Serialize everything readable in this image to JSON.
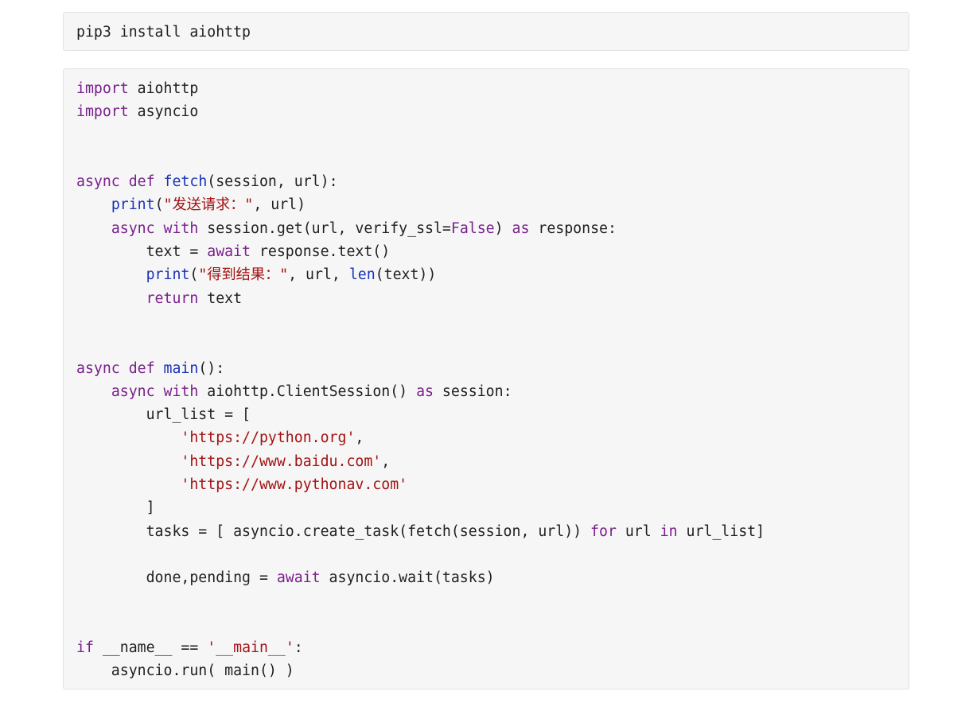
{
  "install": {
    "lines": [
      [
        {
          "t": "pip3 install aiohttp",
          "c": ""
        }
      ]
    ]
  },
  "main": {
    "lines": [
      [
        {
          "t": "import",
          "c": "kw"
        },
        {
          "t": " aiohttp",
          "c": ""
        }
      ],
      [
        {
          "t": "import",
          "c": "kw"
        },
        {
          "t": " asyncio",
          "c": ""
        }
      ],
      [],
      [],
      [
        {
          "t": "async",
          "c": "kw"
        },
        {
          "t": " ",
          "c": ""
        },
        {
          "t": "def",
          "c": "kw"
        },
        {
          "t": " ",
          "c": ""
        },
        {
          "t": "fetch",
          "c": "fn"
        },
        {
          "t": "(session, url):",
          "c": ""
        }
      ],
      [
        {
          "t": "    ",
          "c": ""
        },
        {
          "t": "print",
          "c": "fn"
        },
        {
          "t": "(",
          "c": ""
        },
        {
          "t": "\"发送请求：\"",
          "c": "st"
        },
        {
          "t": ", url)",
          "c": ""
        }
      ],
      [
        {
          "t": "    ",
          "c": ""
        },
        {
          "t": "async",
          "c": "kw"
        },
        {
          "t": " ",
          "c": ""
        },
        {
          "t": "with",
          "c": "kw"
        },
        {
          "t": " session.get(url, verify_ssl=",
          "c": ""
        },
        {
          "t": "False",
          "c": "kw"
        },
        {
          "t": ") ",
          "c": ""
        },
        {
          "t": "as",
          "c": "kw"
        },
        {
          "t": " response:",
          "c": ""
        }
      ],
      [
        {
          "t": "        text = ",
          "c": ""
        },
        {
          "t": "await",
          "c": "kw"
        },
        {
          "t": " response.text()",
          "c": ""
        }
      ],
      [
        {
          "t": "        ",
          "c": ""
        },
        {
          "t": "print",
          "c": "fn"
        },
        {
          "t": "(",
          "c": ""
        },
        {
          "t": "\"得到结果：\"",
          "c": "st"
        },
        {
          "t": ", url, ",
          "c": ""
        },
        {
          "t": "len",
          "c": "fn"
        },
        {
          "t": "(text))",
          "c": ""
        }
      ],
      [
        {
          "t": "        ",
          "c": ""
        },
        {
          "t": "return",
          "c": "kw"
        },
        {
          "t": " text",
          "c": ""
        }
      ],
      [],
      [],
      [
        {
          "t": "async",
          "c": "kw"
        },
        {
          "t": " ",
          "c": ""
        },
        {
          "t": "def",
          "c": "kw"
        },
        {
          "t": " ",
          "c": ""
        },
        {
          "t": "main",
          "c": "fn"
        },
        {
          "t": "():",
          "c": ""
        }
      ],
      [
        {
          "t": "    ",
          "c": ""
        },
        {
          "t": "async",
          "c": "kw"
        },
        {
          "t": " ",
          "c": ""
        },
        {
          "t": "with",
          "c": "kw"
        },
        {
          "t": " aiohttp.ClientSession() ",
          "c": ""
        },
        {
          "t": "as",
          "c": "kw"
        },
        {
          "t": " session:",
          "c": ""
        }
      ],
      [
        {
          "t": "        url_list = [",
          "c": ""
        }
      ],
      [
        {
          "t": "            ",
          "c": ""
        },
        {
          "t": "'https://python.org'",
          "c": "st"
        },
        {
          "t": ",",
          "c": ""
        }
      ],
      [
        {
          "t": "            ",
          "c": ""
        },
        {
          "t": "'https://www.baidu.com'",
          "c": "st"
        },
        {
          "t": ",",
          "c": ""
        }
      ],
      [
        {
          "t": "            ",
          "c": ""
        },
        {
          "t": "'https://www.pythonav.com'",
          "c": "st"
        }
      ],
      [
        {
          "t": "        ]",
          "c": ""
        }
      ],
      [
        {
          "t": "        tasks = [ asyncio.create_task(fetch(session, url)) ",
          "c": ""
        },
        {
          "t": "for",
          "c": "kw"
        },
        {
          "t": " url ",
          "c": ""
        },
        {
          "t": "in",
          "c": "kw"
        },
        {
          "t": " url_list]",
          "c": ""
        }
      ],
      [],
      [
        {
          "t": "        done,pending = ",
          "c": ""
        },
        {
          "t": "await",
          "c": "kw"
        },
        {
          "t": " asyncio.wait(tasks)",
          "c": ""
        }
      ],
      [],
      [],
      [
        {
          "t": "if",
          "c": "kw"
        },
        {
          "t": " __name__ == ",
          "c": ""
        },
        {
          "t": "'__main__'",
          "c": "st"
        },
        {
          "t": ":",
          "c": ""
        }
      ],
      [
        {
          "t": "    asyncio.run( main() )",
          "c": ""
        }
      ]
    ]
  }
}
